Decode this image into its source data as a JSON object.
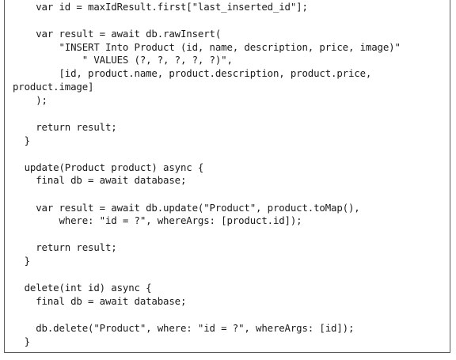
{
  "code": {
    "lines": [
      "    var id = maxIdResult.first[\"last_inserted_id\"];",
      "",
      "    var result = await db.rawInsert(",
      "        \"INSERT Into Product (id, name, description, price, image)\"",
      "            \" VALUES (?, ?, ?, ?, ?)\",",
      "        [id, product.name, product.description, product.price,",
      "product.image]",
      "    );",
      "",
      "    return result;",
      "  }",
      "",
      "  update(Product product) async {",
      "    final db = await database;",
      "",
      "    var result = await db.update(\"Product\", product.toMap(),",
      "        where: \"id = ?\", whereArgs: [product.id]);",
      "",
      "    return result;",
      "  }",
      "",
      "  delete(int id) async {",
      "    final db = await database;",
      "",
      "    db.delete(\"Product\", where: \"id = ?\", whereArgs: [id]);",
      "  }"
    ]
  }
}
